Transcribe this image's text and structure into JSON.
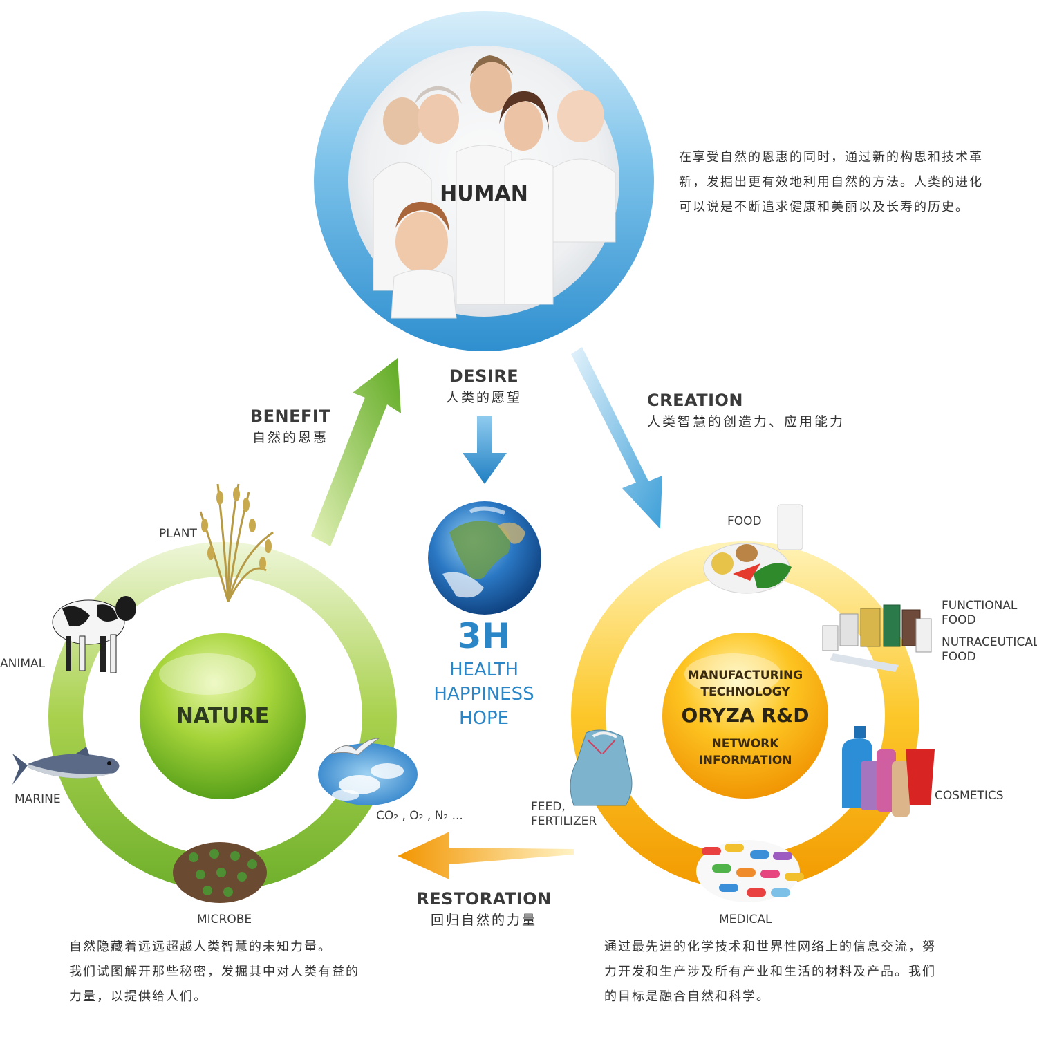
{
  "human": {
    "title": "HUMAN",
    "description": [
      "在享受自然的恩惠的同时，通过新的构思和技术革",
      "新，发掘出更有效地利用自然的方法。人类的进化",
      "可以说是不断追求健康和美丽以及长寿的历史。"
    ]
  },
  "desire": {
    "en": "DESIRE",
    "zh": "人类的愿望"
  },
  "benefit": {
    "en": "BENEFIT",
    "zh": "自然的恩惠"
  },
  "creation": {
    "en": "CREATION",
    "zh": "人类智慧的创造力、应用能力"
  },
  "restoration": {
    "en": "RESTORATION",
    "zh": "回归自然的力量"
  },
  "center": {
    "title": "3H",
    "lines": [
      "HEALTH",
      "HAPPINESS",
      "HOPE"
    ]
  },
  "nature": {
    "title": "NATURE",
    "items": {
      "plant": "PLANT",
      "animal": "ANIMAL",
      "marine": "MARINE",
      "microbe": "MICROBE",
      "air": "CO₂ , O₂ , N₂ ..."
    },
    "description": [
      "自然隐藏着远远超越人类智慧的未知力量。",
      "我们试图解开那些秘密，发掘其中对人类有益的",
      "力量，以提供给人们。"
    ]
  },
  "oryza": {
    "top": [
      "MANUFACTURING",
      "TECHNOLOGY"
    ],
    "title": "ORYZA R&D",
    "bottom": [
      "NETWORK",
      "INFORMATION"
    ],
    "items": {
      "food": "FOOD",
      "functional_food": [
        "FUNCTIONAL",
        "FOOD"
      ],
      "nutraceutical_food": [
        "NUTRACEUTICAL",
        "FOOD"
      ],
      "cosmetics": "COSMETICS",
      "medical": "MEDICAL",
      "feed": [
        "FEED,",
        "FERTILIZER"
      ]
    },
    "description": [
      "通过最先进的化学技术和世界性网络上的信息交流，努",
      "力开发和生产涉及所有产业和生活的材料及产品。我们",
      "的目标是融合自然和科学。"
    ]
  },
  "colors": {
    "blue": "#3a9bd5",
    "green": "#8cc63f",
    "orange": "#f7a600",
    "text": "#3a3a3a"
  }
}
